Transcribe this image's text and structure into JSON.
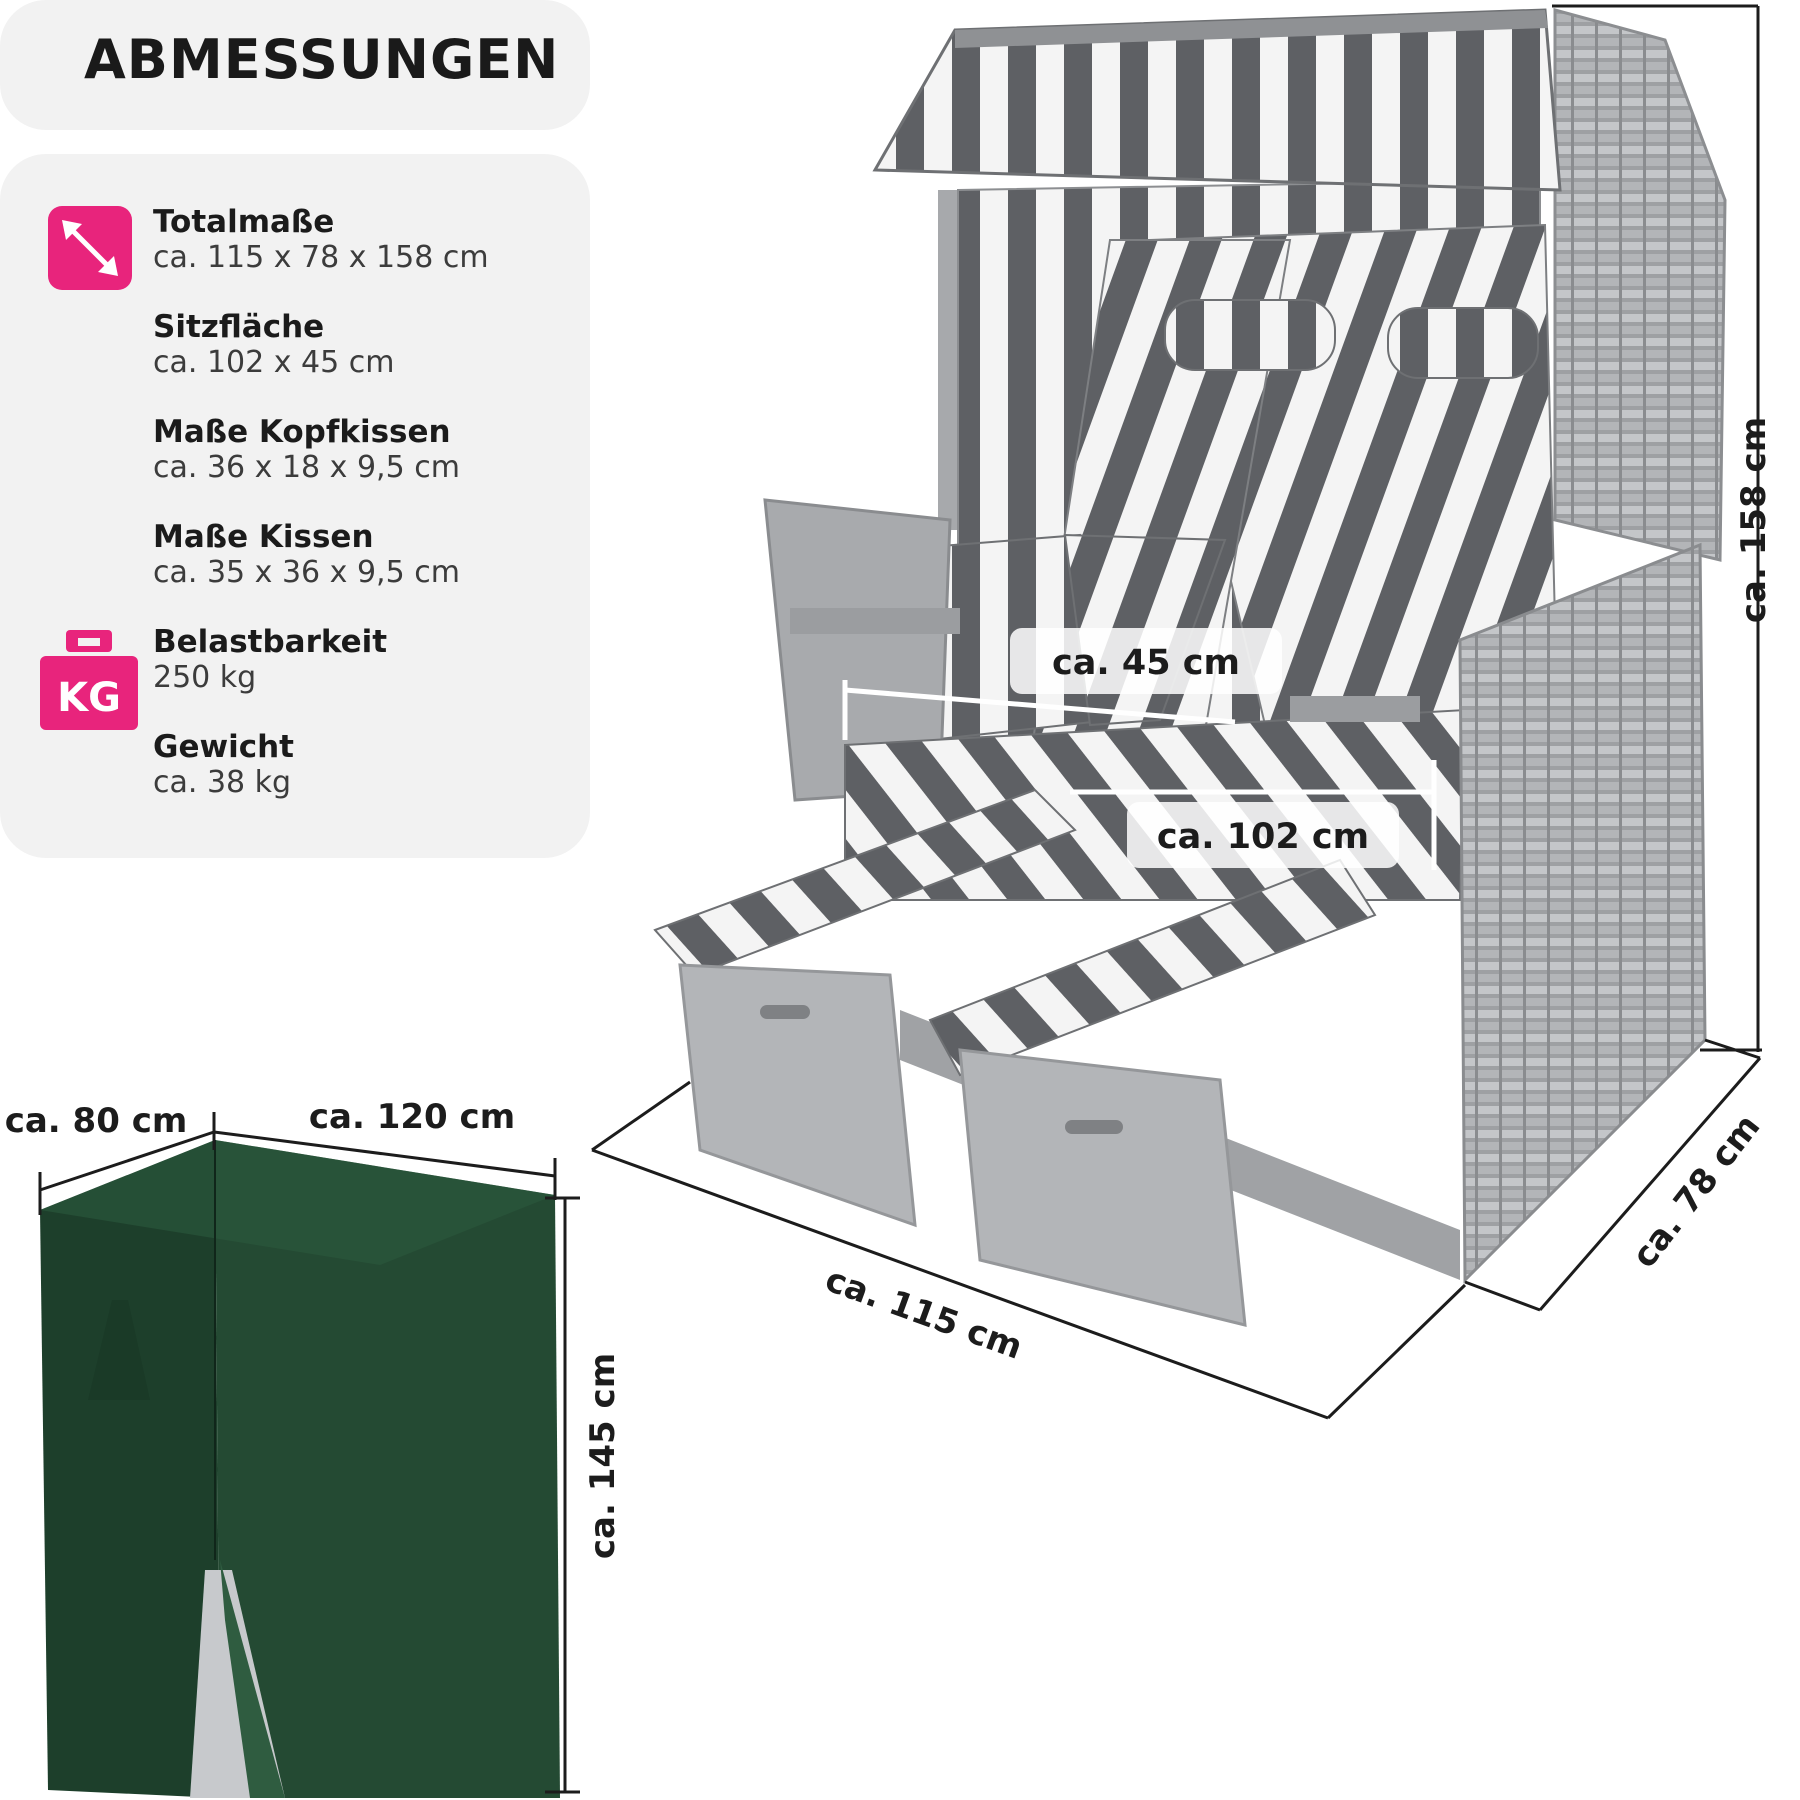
{
  "header": {
    "title": "ABMESSUNGEN"
  },
  "specs": [
    {
      "label": "Totalmaße",
      "value": "ca. 115  x 78 x 158 cm",
      "icon": "resize-arrows-icon"
    },
    {
      "label": "Sitzfläche",
      "value": "ca. 102 x 45 cm"
    },
    {
      "label": "Maße Kopfkissen",
      "value": "ca. 36 x 18 x 9,5 cm"
    },
    {
      "label": "Maße Kissen",
      "value": "ca. 35 x 36 x 9,5 cm"
    },
    {
      "label": "Belastbarkeit",
      "value": "250 kg",
      "icon": "weight-kg-icon",
      "icon_text": "KG"
    },
    {
      "label": "Gewicht",
      "value": "ca. 38 kg"
    }
  ],
  "chair_dimensions": {
    "width": "ca. 115 cm",
    "depth": "ca. 78 cm",
    "height": "ca. 158 cm",
    "seat_depth": "ca. 45 cm",
    "seat_width": "ca. 102 cm"
  },
  "cover_dimensions": {
    "depth": "ca. 80 cm",
    "width": "ca. 120 cm",
    "height": "ca. 145 cm"
  },
  "colors": {
    "accent": "#e8247c",
    "panel": "#f2f2f2",
    "stripe_dark": "#5e6064",
    "wicker": "#9a9c9f",
    "cover_green": "#244a33"
  }
}
